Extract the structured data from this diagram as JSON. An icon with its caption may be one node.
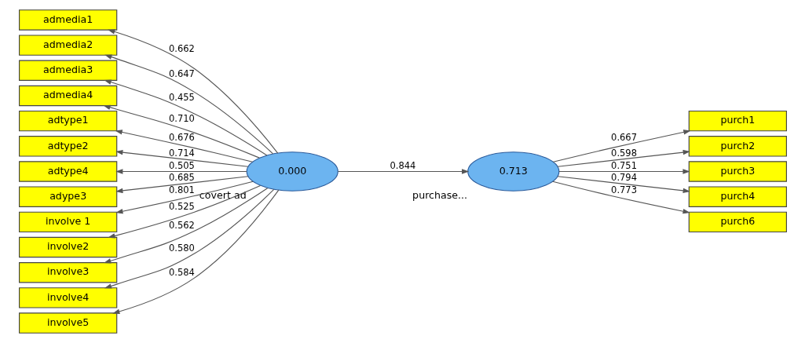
{
  "diagram": {
    "nodes": [
      {
        "text": [
          "admedia1"
        ]
      },
      {
        "text": [
          "admedia2"
        ]
      },
      {
        "text": [
          "admedia3"
        ]
      },
      {
        "text": [
          "admedia4"
        ]
      },
      {
        "text": [
          "adtype1"
        ]
      },
      {
        "text": [
          "adtype2"
        ]
      },
      {
        "text": [
          "adtype4"
        ]
      },
      {
        "text": [
          "adype3"
        ]
      },
      {
        "text": [
          "involve 1"
        ]
      },
      {
        "text": [
          "involve2"
        ]
      },
      {
        "text": [
          "involve3"
        ]
      },
      {
        "text": [
          "involve4"
        ]
      },
      {
        "text": [
          "involve5"
        ]
      },
      {
        "text": [
          "0.000"
        ],
        "beside": [
          "covert ad"
        ]
      },
      {
        "text": [
          "0.713"
        ],
        "beside": [
          "purchase..."
        ]
      },
      {
        "text": [
          "purch1"
        ]
      },
      {
        "text": [
          "purch2"
        ]
      },
      {
        "text": [
          "purch3"
        ]
      },
      {
        "text": [
          "purch4"
        ]
      },
      {
        "text": [
          "purch6"
        ]
      }
    ],
    "edges": [
      {
        "from": 13,
        "to": 0,
        "arrow": "to",
        "label": "0.662"
      },
      {
        "from": 13,
        "to": 1,
        "arrow": "to",
        "label": "0.647"
      },
      {
        "from": 13,
        "to": 2,
        "arrow": "to",
        "label": "0.455"
      },
      {
        "from": 13,
        "to": 3,
        "arrow": "to",
        "label": "0.710"
      },
      {
        "from": 13,
        "to": 4,
        "arrow": "to",
        "label": "0.676"
      },
      {
        "from": 13,
        "to": 5,
        "arrow": "to",
        "label": "0.714"
      },
      {
        "from": 13,
        "to": 6,
        "arrow": "to",
        "label": "0.505"
      },
      {
        "from": 13,
        "to": 7,
        "arrow": "to",
        "label": "0.685"
      },
      {
        "from": 13,
        "to": 8,
        "arrow": "to",
        "label": "0.801"
      },
      {
        "from": 13,
        "to": 9,
        "arrow": "to",
        "label": "0.525"
      },
      {
        "from": 13,
        "to": 10,
        "arrow": "to",
        "label": "0.562"
      },
      {
        "from": 13,
        "to": 11,
        "arrow": "to",
        "label": "0.580"
      },
      {
        "from": 13,
        "to": 12,
        "arrow": "to",
        "label": "0.584"
      },
      {
        "from": 13,
        "to": 14,
        "arrow": "to",
        "label": "0.844"
      },
      {
        "from": 14,
        "to": 15,
        "arrow": "to",
        "label": "0.667"
      },
      {
        "from": 14,
        "to": 16,
        "arrow": "to",
        "label": "0.598"
      },
      {
        "from": 14,
        "to": 17,
        "arrow": "to",
        "label": "0.751"
      },
      {
        "from": 14,
        "to": 18,
        "arrow": "to",
        "label": "0.794"
      },
      {
        "from": 14,
        "to": 19,
        "arrow": "to",
        "label": "0.773"
      }
    ]
  }
}
